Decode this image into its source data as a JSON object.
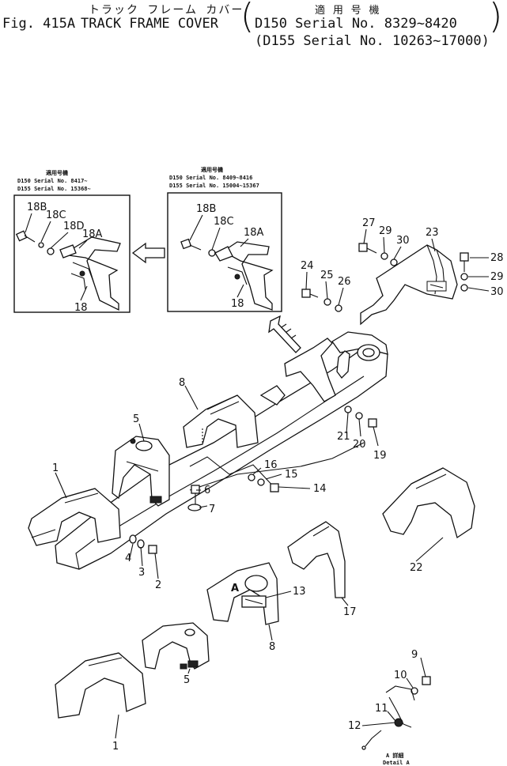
{
  "header": {
    "kana_title": "トラック フレーム カバー",
    "kana_applicability": "適 用 号 機",
    "fig_label": "Fig. 415A",
    "title": "TRACK FRAME COVER",
    "serial_line_1": "D150 Serial No. 8329~8420",
    "serial_line_2": "(D155 Serial No. 10263~17000)"
  },
  "inset_left": {
    "applic_title": "適用号機",
    "serial_a": "D150 Serial No. 8417~",
    "serial_b": "D155 Serial No. 15368~",
    "labels": [
      "18B",
      "18C",
      "18D",
      "18A",
      "18"
    ]
  },
  "inset_right": {
    "applic_title": "適用号機",
    "serial_a": "D150 Serial No. 8409~8416",
    "serial_b": "D155 Serial No. 15004~15367",
    "labels": [
      "18B",
      "18C",
      "18A",
      "18"
    ]
  },
  "callouts": {
    "c1": "1",
    "c2": "2",
    "c3": "3",
    "c4": "4",
    "c5": "5",
    "c5b": "5",
    "c6": "6",
    "c7": "7",
    "c8": "8",
    "c8b": "8",
    "c9": "9",
    "c10": "10",
    "c11": "11",
    "c12": "12",
    "c13": "13",
    "c14": "14",
    "c15": "15",
    "c16": "16",
    "c17": "17",
    "c19": "19",
    "c20": "20",
    "c21": "21",
    "c22": "22",
    "c23": "23",
    "c24": "24",
    "c25": "25",
    "c26": "26",
    "c27": "27",
    "c28": "28",
    "c29": "29",
    "c29b": "29",
    "c30": "30",
    "c30b": "30",
    "c1b": "1"
  },
  "detail": {
    "marker": "A",
    "kana_caption": "A 詳細",
    "caption": "Detail A"
  }
}
